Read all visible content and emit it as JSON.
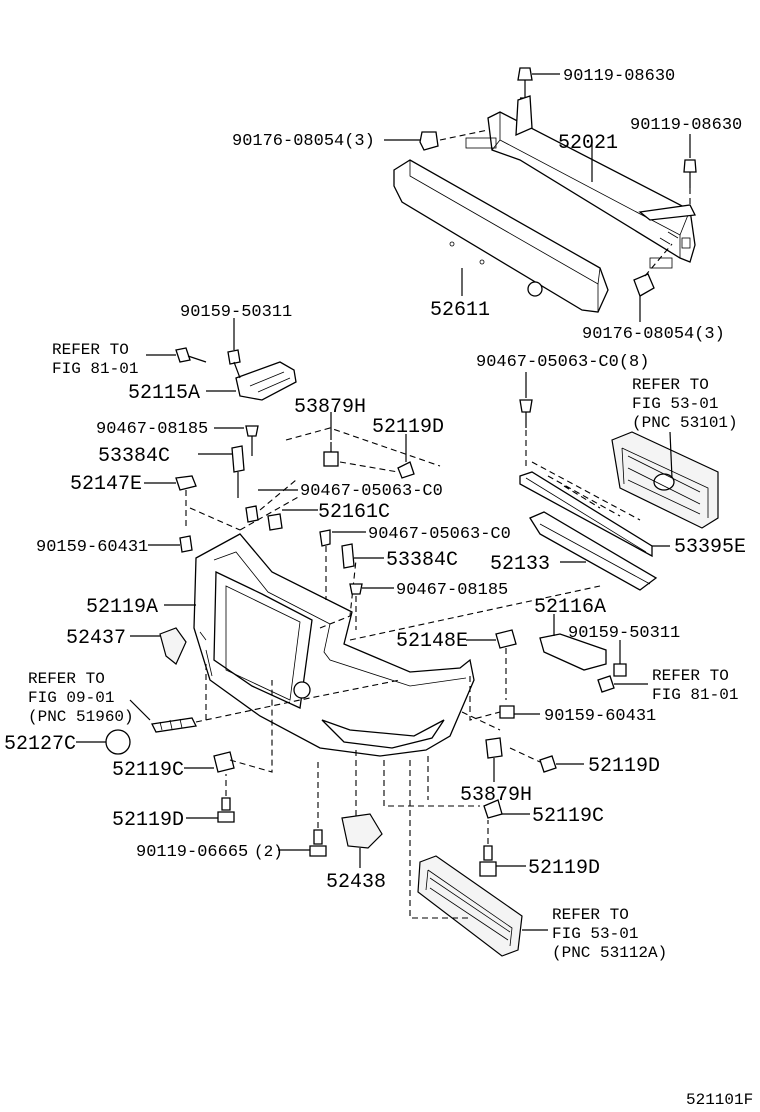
{
  "labels": {
    "p_90119_08630_a": "90119-08630",
    "p_90119_08630_b": "90119-08630",
    "p_90176_08054_a": "90176-08054(3)",
    "p_52021": "52021",
    "p_52611": "52611",
    "p_90176_08054_b": "90176-08054(3)",
    "p_90159_50311_a": "90159-50311",
    "ref_81_01_a_1": "REFER TO",
    "ref_81_01_a_2": "FIG 81-01",
    "p_52115a": "52115A",
    "p_90467_05063_c0_8": "90467-05063-C0(8)",
    "ref_53_01_a_1": "REFER TO",
    "ref_53_01_a_2": "FIG 53-01",
    "ref_53_01_a_3": "(PNC 53101)",
    "p_53879h_a": "53879H",
    "p_90467_08185_a": "90467-08185",
    "p_52119d_a": "52119D",
    "p_53384c_a": "53384C",
    "p_52147e": "52147E",
    "p_90467_05063_c0_a": "90467-05063-C0",
    "p_52161c": "52161C",
    "p_90467_05063_c0_b": "90467-05063-C0",
    "p_90159_60431_a": "90159-60431",
    "p_53384c_b": "53384C",
    "p_53395e": "53395E",
    "p_52133": "52133",
    "p_90467_08185_b": "90467-08185",
    "p_52119a": "52119A",
    "p_52116a": "52116A",
    "p_90159_50311_b": "90159-50311",
    "p_52437": "52437",
    "p_52148e": "52148E",
    "ref_81_01_b_1": "REFER TO",
    "ref_81_01_b_2": "FIG 81-01",
    "ref_09_01_1": "REFER TO",
    "ref_09_01_2": "FIG 09-01",
    "ref_09_01_3": "(PNC 51960)",
    "p_90159_60431_b": "90159-60431",
    "p_52127c": "52127C",
    "p_52119c_a": "52119C",
    "p_52119d_b": "52119D",
    "p_53879h_b": "53879H",
    "p_52119d_c": "52119D",
    "p_52119c_b": "52119C",
    "p_90119_06665": "90119-06665",
    "p_90119_06665_qty": "(2)",
    "p_52438": "52438",
    "p_52119d_d": "52119D",
    "ref_53_01_b_1": "REFER TO",
    "ref_53_01_b_2": "FIG 53-01",
    "ref_53_01_b_3": "(PNC 53112A)",
    "figure_code": "521101F"
  },
  "colors": {
    "line": "#000000",
    "background": "#ffffff"
  }
}
